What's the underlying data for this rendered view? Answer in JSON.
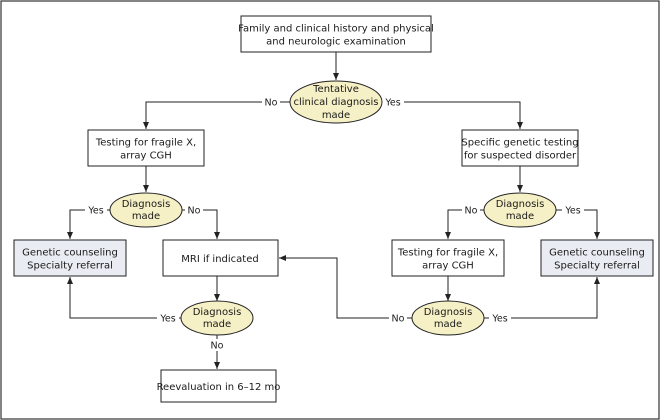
{
  "colors": {
    "frame": "#333333",
    "box_fill": "#ffffff",
    "box_shaded_fill": "#e9ecf2",
    "decision_fill": "#f6f0c6",
    "line": "#222222"
  },
  "nodes": {
    "history": {
      "lines": [
        "Family and clinical history and physical",
        "and neurologic examination"
      ]
    },
    "tentative": {
      "lines": [
        "Tentative",
        "clinical diagnosis",
        "made"
      ]
    },
    "fragile_left": {
      "lines": [
        "Testing for fragile X,",
        "array CGH"
      ]
    },
    "specific": {
      "lines": [
        "Specific genetic testing",
        "for suspected disorder"
      ]
    },
    "diag_left": {
      "lines": [
        "Diagnosis",
        "made"
      ]
    },
    "diag_right": {
      "lines": [
        "Diagnosis",
        "made"
      ]
    },
    "counsel_left": {
      "lines": [
        "Genetic counseling",
        "Specialty referral"
      ]
    },
    "mri": {
      "lines": [
        "MRI if indicated"
      ]
    },
    "fragile_right": {
      "lines": [
        "Testing for fragile X,",
        "array CGH"
      ]
    },
    "counsel_right": {
      "lines": [
        "Genetic counseling",
        "Specialty referral"
      ]
    },
    "diag_mri": {
      "lines": [
        "Diagnosis",
        "made"
      ]
    },
    "diag_bottom_right": {
      "lines": [
        "Diagnosis",
        "made"
      ]
    },
    "reeval": {
      "lines": [
        "Reevaluation in 6–12 mo"
      ]
    }
  },
  "edge_labels": {
    "tentative_no": "No",
    "tentative_yes": "Yes",
    "diag_left_yes": "Yes",
    "diag_left_no": "No",
    "diag_right_no": "No",
    "diag_right_yes": "Yes",
    "diag_mri_yes": "Yes",
    "diag_mri_no": "No",
    "diag_bottom_right_no": "No",
    "diag_bottom_right_yes": "Yes"
  }
}
